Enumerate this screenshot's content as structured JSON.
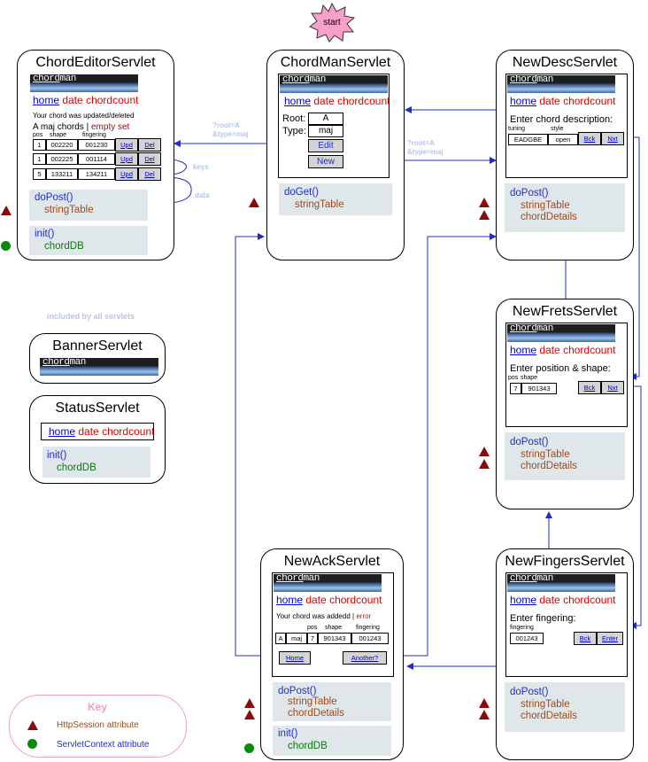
{
  "start_label": "start",
  "banner": {
    "part1": "chord",
    "part2": "man"
  },
  "status": {
    "home": "home",
    "date": "date",
    "count": "chordcount"
  },
  "chord_editor": {
    "title": "ChordEditorServlet",
    "message": "Your chord was updated/deleted",
    "list_title": "A maj chords",
    "sep": "|",
    "empty_set": "empty set",
    "headers": [
      "pos",
      "shape",
      "fingering"
    ],
    "rows": [
      [
        "1",
        "002220",
        "001230"
      ],
      [
        "1",
        "002225",
        "001114"
      ],
      [
        "5",
        "133211",
        "134211"
      ]
    ],
    "upd": "Upd",
    "del": "Del",
    "keys_label": "keys",
    "data_label": "data",
    "do_post": "doPost()",
    "string_table": "stringTable",
    "init": "init()",
    "chord_db": "chordDB"
  },
  "chord_man": {
    "title": "ChordManServlet",
    "root_label": "Root:",
    "root_value": "A",
    "type_label": "Type:",
    "type_value": "maj",
    "edit": "Edit",
    "new": "New",
    "do_get": "doGet()",
    "string_table": "stringTable",
    "edit_wire": [
      "?root=A",
      "&type=maj"
    ],
    "new_wire": [
      "?root=A",
      "&type=maj"
    ]
  },
  "new_desc": {
    "title": "NewDescServlet",
    "prompt": "Enter chord description:",
    "tuning_label": "tuning",
    "style_label": "style",
    "tuning_value": "EADGBE",
    "style_value": "open",
    "bck": "Bck",
    "nxt": "Nxt",
    "do_post": "doPost()",
    "string_table": "stringTable",
    "chord_details": "chordDetails"
  },
  "new_frets": {
    "title": "NewFretsServlet",
    "prompt": "Enter position & shape:",
    "pos_label": "pos",
    "shape_label": "shape",
    "pos_value": "7",
    "shape_value": "901343",
    "bck": "Bck",
    "nxt": "Nxt",
    "do_post": "doPost()",
    "string_table": "stringTable",
    "chord_details": "chordDetails"
  },
  "new_fingers": {
    "title": "NewFingersServlet",
    "prompt": "Enter fingering:",
    "fingering_label": "fingering",
    "fingering_value": "001243",
    "bck": "Bck",
    "enter": "Enter",
    "do_post": "doPost()",
    "string_table": "stringTable",
    "chord_details": "chordDetails"
  },
  "new_ack": {
    "title": "NewAckServlet",
    "message": "Your chord was addedd",
    "sep": "|",
    "error": "error",
    "headers": [
      "pos",
      "shape",
      "fingering"
    ],
    "row": [
      "A",
      "maj",
      "7",
      "901343",
      "001243"
    ],
    "home_btn": "Home",
    "another_btn": "Another?",
    "do_post": "doPost()",
    "string_table": "stringTable",
    "chord_details": "chordDetails",
    "init": "init()",
    "chord_db": "chordDB"
  },
  "included_note": "included by all servlets",
  "banner_servlet": {
    "title": "BannerServlet"
  },
  "status_servlet": {
    "title": "StatusServlet",
    "init": "init()",
    "chord_db": "chordDB"
  },
  "key": {
    "title": "Key",
    "session": "HttpSession attribute",
    "context": "ServletContext attribute"
  },
  "colors": {
    "wire": "#1f2dcc",
    "session_marker": "#8b0a0a",
    "context_marker": "#0a8a0a",
    "method": "#1f2dcc",
    "attribute": "#a04a1a",
    "code_box": "#dfe7ea",
    "start_fill": "#f7a0c8"
  },
  "icons": {
    "session": "triangle-icon",
    "context": "circle-icon",
    "start": "star-burst-icon"
  }
}
